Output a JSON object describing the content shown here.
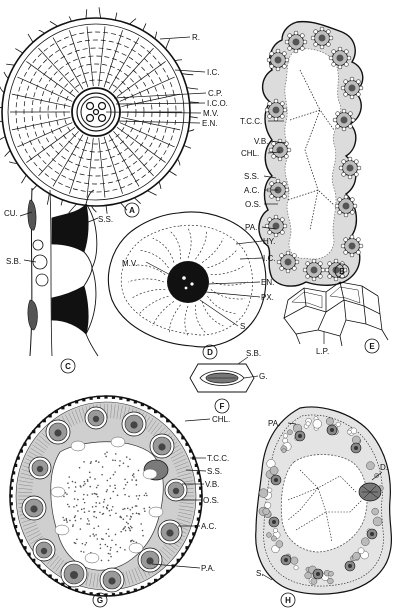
{
  "panels": {
    "A": {
      "letter": "A",
      "labels": {
        "r": "R.",
        "ic": "I.C.",
        "cp": "C.P.",
        "ico": "I.C.O.",
        "mv": "M.V.",
        "en": "E.N."
      }
    },
    "B": {
      "letter": "B",
      "labels": {
        "tcc": "T.C.C.",
        "vb": "V.B.",
        "chl": "CHL.",
        "ss": "S.S.",
        "ac": "A.C.",
        "os": "O.S.",
        "pa": "PA."
      }
    },
    "C": {
      "letter": "C",
      "labels": {
        "cu": "CU.",
        "ss": "S.S.",
        "sb": "S.B."
      }
    },
    "D": {
      "letter": "D",
      "labels": {
        "hy": "HY.",
        "ic": "I.C.",
        "mv": "M.V.",
        "en": "EN.",
        "px": "PX.",
        "s": "S."
      }
    },
    "E": {
      "letter": "E",
      "labels": {
        "lp": "L.P."
      }
    },
    "F": {
      "letter": "F",
      "labels": {
        "sb": "S.B.",
        "g": "G."
      }
    },
    "G": {
      "letter": "G",
      "labels": {
        "chl": "CHL.",
        "tcc": "T.C.C.",
        "ss": "S.S.",
        "vb": "V.B.",
        "os": "O.S.",
        "ac": "A.C.",
        "pa": "P.A."
      }
    },
    "H": {
      "letter": "H",
      "labels": {
        "pa": "PA.",
        "d": "D.",
        "s": "S."
      }
    }
  }
}
